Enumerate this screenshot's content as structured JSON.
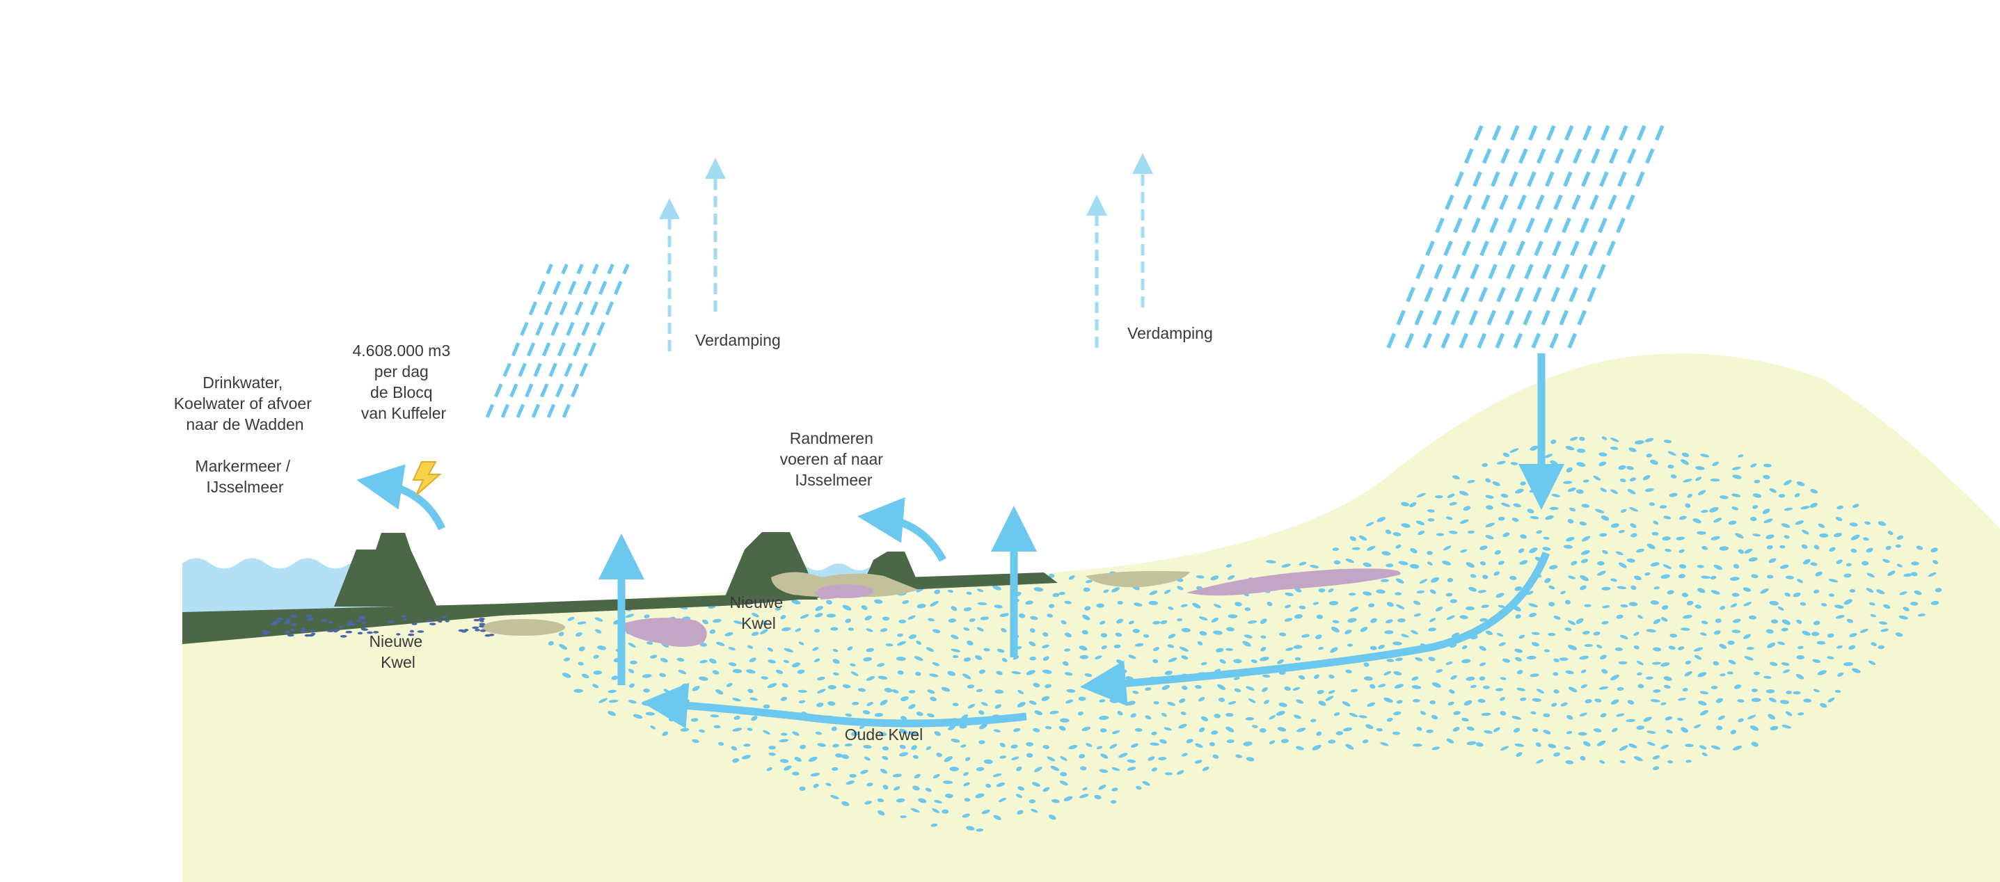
{
  "labels": {
    "drinkwater": [
      "Drinkwater,",
      "Koelwater of afvoer",
      "naar de Wadden"
    ],
    "markermeer": [
      "Markermeer /",
      "IJsselmeer"
    ],
    "pumping": [
      "4.608.000 m3",
      "per dag",
      "de Blocq",
      "van Kuffeler"
    ],
    "verdamping_1": "Verdamping",
    "verdamping_2": "Verdamping",
    "randmeren": [
      "Randmeren",
      "voeren af naar",
      "IJsselmeer"
    ],
    "nieuwe_kwel_1": [
      "Nieuwe",
      "Kwel"
    ],
    "nieuwe_kwel_2": [
      "Nieuwe",
      "Kwel"
    ],
    "oude_kwel": "Oude Kwel"
  },
  "icons": {
    "pumping_station": "lightning-bolt-icon"
  },
  "colors": {
    "water": "#b3e0f5",
    "sand": "#f5f6d2",
    "dike": "#4b6748",
    "peat": "#c3c19c",
    "clay": "#c3a5c6",
    "arrow": "#6cc8ee",
    "evaporation": "#a2dcf2",
    "rain": "#6cc8ee",
    "groundwater_dots": "#6cc8ee",
    "seepage_dots": "#4a66a8",
    "bolt": "#f6d34a",
    "text": "#3a3a3a"
  }
}
